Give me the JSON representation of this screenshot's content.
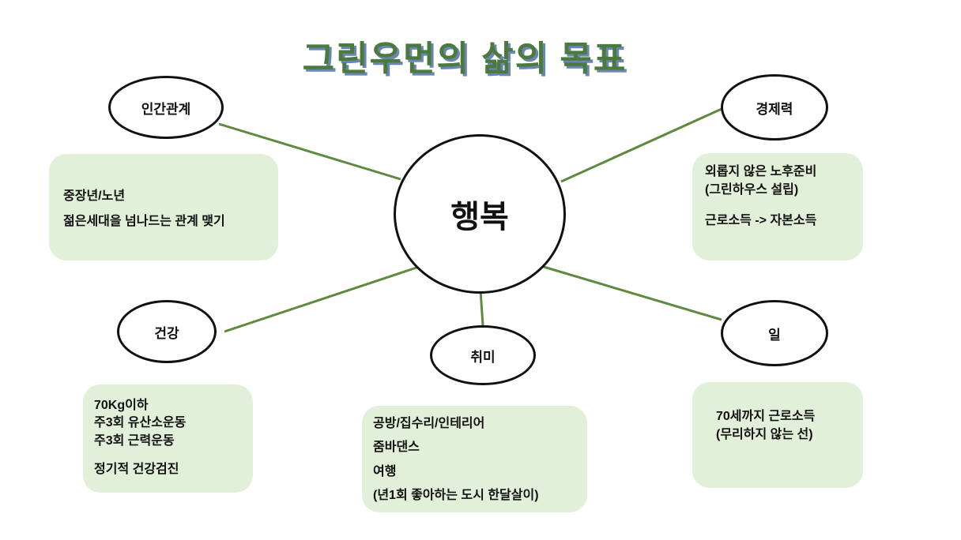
{
  "title": "그린우먼의 삶의 목표",
  "center": "행복",
  "nodes": {
    "relationship": {
      "label": "인간관계",
      "lines": [
        "중장년/노년",
        "젊은세대을 넘나드는 관계 맺기"
      ]
    },
    "economy": {
      "label": "경제력",
      "lines": [
        "외롭지 않은 노후준비",
        "(그린하우스 설립)",
        "근로소득 -> 자본소득"
      ]
    },
    "health": {
      "label": "건강",
      "lines": [
        "70Kg이하",
        "주3회 유산소운동",
        "주3회 근력운동",
        "정기적 건강검진"
      ]
    },
    "hobby": {
      "label": "취미",
      "lines": [
        "공방/집수리/인테리어",
        "줌바댄스",
        "여행",
        "(년1회 좋아하는 도시 한달살이)"
      ]
    },
    "work": {
      "label": "일",
      "lines": [
        "70세까지 근로소득",
        "(무리하지 않는 선)"
      ]
    }
  },
  "colors": {
    "line": "#5f8a3e",
    "box": "#e2efd9",
    "title": "#4b7a3c",
    "title_shadow": "#6a86b8"
  }
}
